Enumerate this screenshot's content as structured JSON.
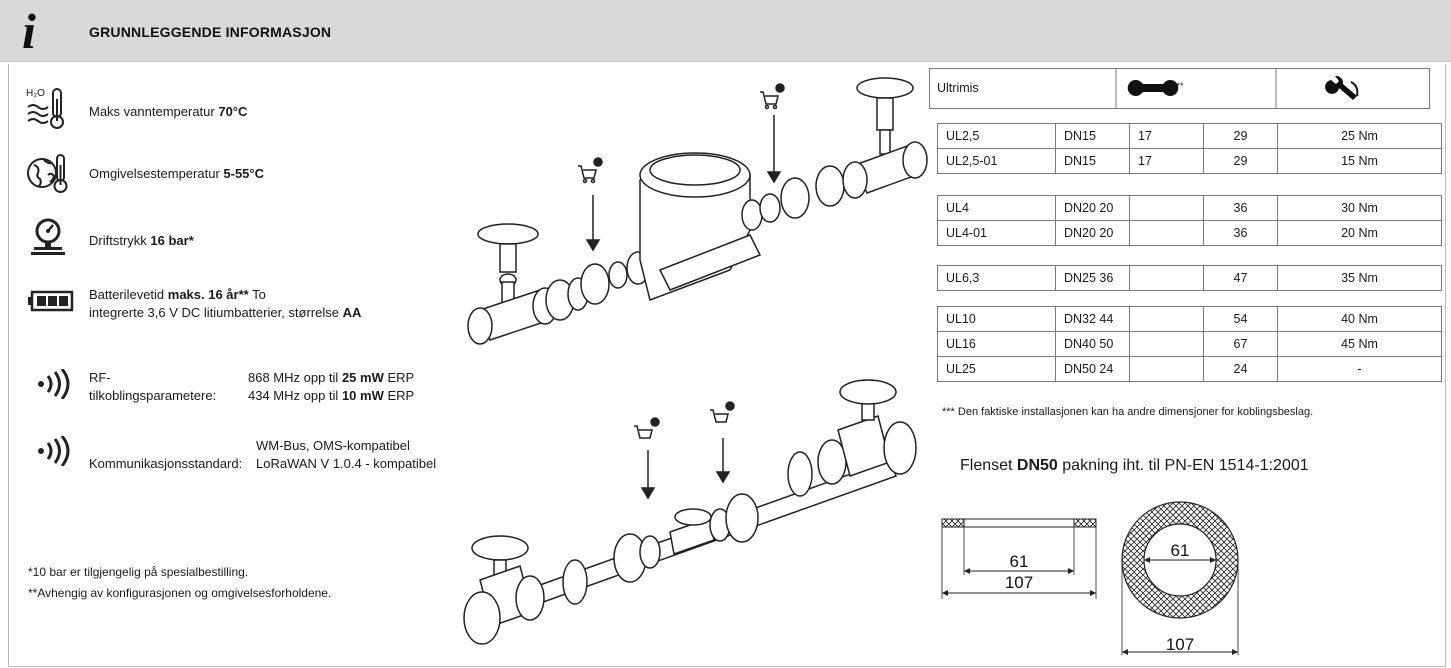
{
  "header": {
    "icon": "info-icon",
    "title": "GRUNNLEGGENDE INFORMASJON"
  },
  "specs": {
    "water_temp": {
      "icon": "water-thermometer-icon",
      "icon_label": "H₂O",
      "text": "Maks vanntemperatur ",
      "value": "70°C"
    },
    "ambient_temp": {
      "icon": "globe-thermometer-icon",
      "text": "Omgivelsestemperatur ",
      "value": "5-55°C"
    },
    "pressure": {
      "icon": "pressure-gauge-icon",
      "text": "Driftstrykk ",
      "value": "16 bar*"
    },
    "battery": {
      "icon": "battery-icon",
      "text1": "Batterilevetid ",
      "value1": "maks. 16 år**",
      "text2": " To",
      "line2": "integrerte 3,6 V DC litiumbatterier, størrelse ",
      "value2": "AA"
    },
    "rf": {
      "icon": "radio-wave-icon",
      "label1": "RF-",
      "label2": "tilkoblingsparametere:",
      "f1": "868 MHz opp til ",
      "p1": "25 mW",
      "u1": " ERP",
      "f2": "434 MHz opp til ",
      "p2": "10 mW",
      "u2": " ERP"
    },
    "comm": {
      "icon": "radio-wave-icon",
      "label": "Kommunikasjonsstandard:",
      "line1": "WM-Bus, OMS-kompatibel",
      "line2": "LoRaWAN V 1.0.4 - kompatibel"
    }
  },
  "footnotes": [
    "*10 bar er tilgjengelig på spesialbestilling.",
    "**Avhengig av konfigurasjonen og omgivelsesforholdene."
  ],
  "table": {
    "header": {
      "model": "Ultrimis",
      "wrench_icon": "wrench-icon",
      "wrench_note": "***",
      "torque_icon": "torque-wrench-icon"
    },
    "groups": [
      [
        [
          "UL2,5",
          "DN15",
          "17",
          "29",
          "25 Nm"
        ],
        [
          "UL2,5-01",
          "DN15",
          "17",
          "29",
          "15 Nm"
        ]
      ],
      [
        [
          "UL4",
          "DN20 20",
          "",
          "36",
          "30 Nm"
        ],
        [
          "UL4-01",
          "DN20 20",
          "",
          "36",
          "20 Nm"
        ]
      ],
      [
        [
          "UL6,3",
          "DN25 36",
          "",
          "47",
          "35 Nm"
        ]
      ],
      [
        [
          "UL10",
          "DN32 44",
          "",
          "54",
          "40 Nm"
        ],
        [
          "UL16",
          "DN40 50",
          "",
          "67",
          "45 Nm"
        ],
        [
          "UL25",
          "DN50 24",
          "",
          "24",
          "-"
        ]
      ]
    ],
    "note": "*** Den faktiske installasjonen kan ha andre dimensjoner for koblingsbeslag."
  },
  "gasket": {
    "title_pre": "Flenset ",
    "title_bold": "DN50",
    "title_post": " pakning iht. til PN-EN 1514-1:2001",
    "inner": "61",
    "outer": "107"
  },
  "diagram_icons": [
    "cart-add-icon",
    "cart-add-icon",
    "cart-add-icon",
    "cart-add-icon"
  ]
}
